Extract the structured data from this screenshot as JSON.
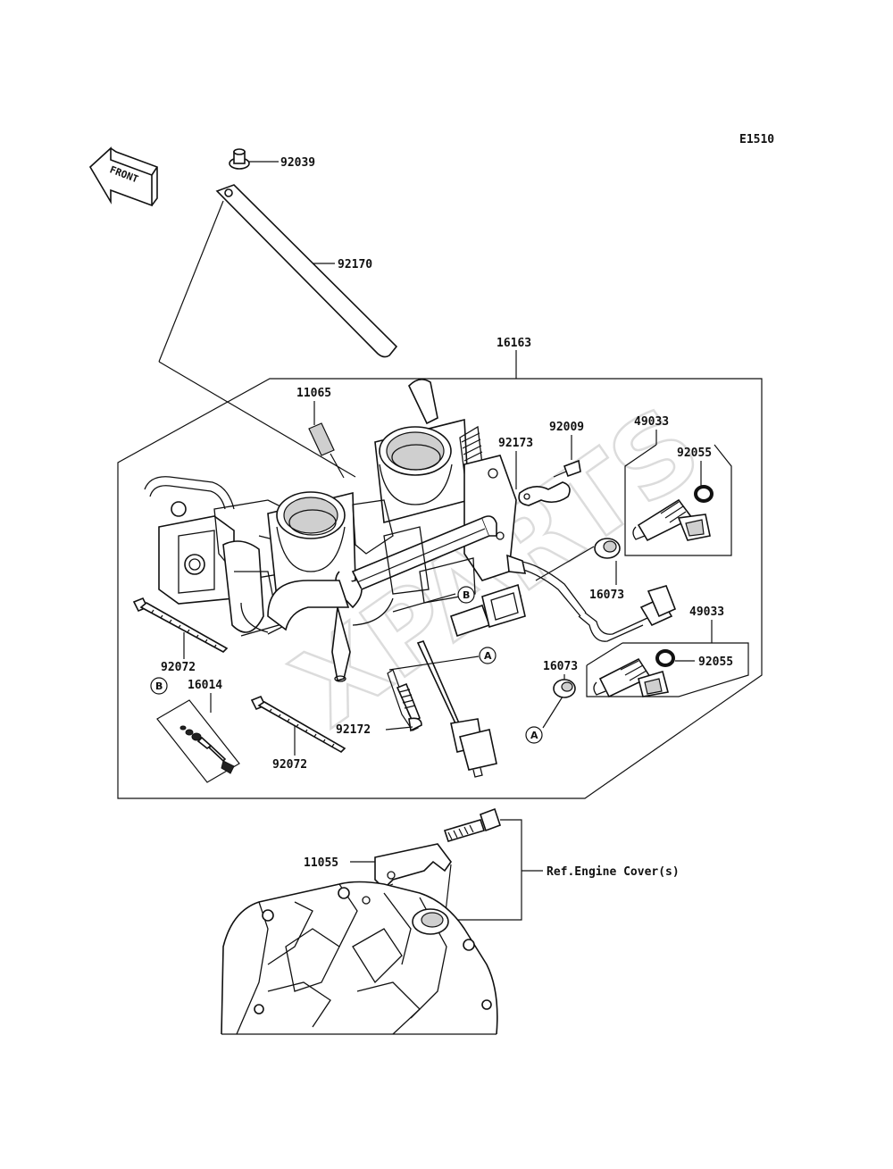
{
  "diagram_code": "E1510",
  "front_arrow_label": "FRONT",
  "watermark": "XPARTS",
  "parts": {
    "p92039": "92039",
    "p92170": "92170",
    "p16163": "16163",
    "p11065": "11065",
    "p92009": "92009",
    "p92173": "92173",
    "p49033_top": "49033",
    "p92055_top": "92055",
    "p16073_top": "16073",
    "p49033_mid": "49033",
    "p92055_mid": "92055",
    "p16073_mid": "16073",
    "p92072_left": "92072",
    "p92072_bottom": "92072",
    "p16014": "16014",
    "p92172": "92172",
    "p11055": "11055"
  },
  "callouts": {
    "a1": "A",
    "a2": "A",
    "b1": "B",
    "b2": "B"
  },
  "reference_text": "Ref.Engine Cover(s)"
}
